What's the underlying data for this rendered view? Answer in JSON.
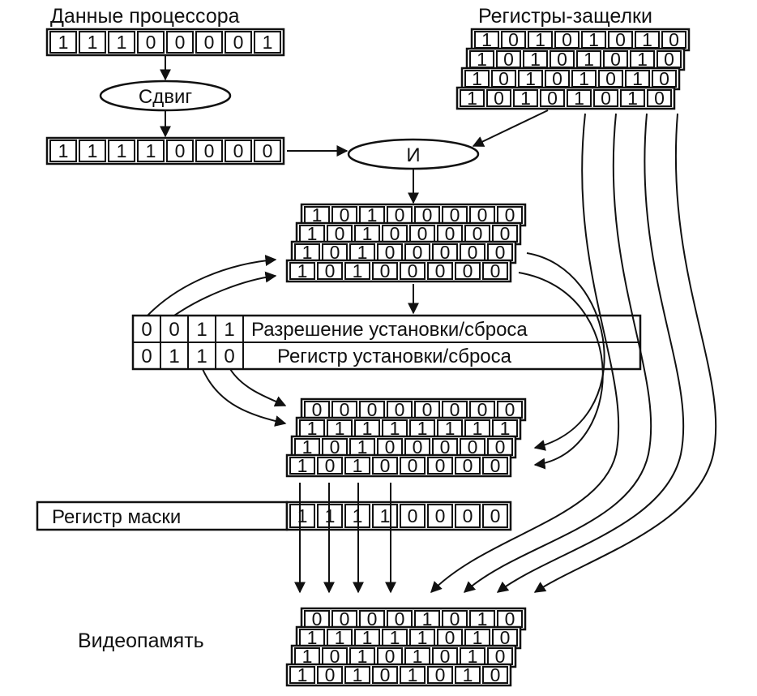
{
  "labels": {
    "cpu_data": "Данные процессора",
    "latches": "Регистры-защелки",
    "shift": "Сдвиг",
    "and": "И",
    "enable_set_reset": "Разрешение установки/сброса",
    "set_reset": "Регистр установки/сброса",
    "mask_register": "Регистр маски",
    "video_memory": "Видеопамять"
  },
  "registers": {
    "cpu_data": [
      "1",
      "1",
      "1",
      "0",
      "0",
      "0",
      "0",
      "1"
    ],
    "shifted": [
      "1",
      "1",
      "1",
      "1",
      "0",
      "0",
      "0",
      "0"
    ],
    "latches": [
      [
        "1",
        "0",
        "1",
        "0",
        "1",
        "0",
        "1",
        "0"
      ],
      [
        "1",
        "0",
        "1",
        "0",
        "1",
        "0",
        "1",
        "0"
      ],
      [
        "1",
        "0",
        "1",
        "0",
        "1",
        "0",
        "1",
        "0"
      ],
      [
        "1",
        "0",
        "1",
        "0",
        "1",
        "0",
        "1",
        "0"
      ]
    ],
    "and_result": [
      [
        "1",
        "0",
        "1",
        "0",
        "0",
        "0",
        "0",
        "0"
      ],
      [
        "1",
        "0",
        "1",
        "0",
        "0",
        "0",
        "0",
        "0"
      ],
      [
        "1",
        "0",
        "1",
        "0",
        "0",
        "0",
        "0",
        "0"
      ],
      [
        "1",
        "0",
        "1",
        "0",
        "0",
        "0",
        "0",
        "0"
      ]
    ],
    "enable_set_reset": [
      "0",
      "0",
      "1",
      "1"
    ],
    "set_reset": [
      "0",
      "1",
      "1",
      "0"
    ],
    "after_set_reset": [
      [
        "0",
        "0",
        "0",
        "0",
        "0",
        "0",
        "0",
        "0"
      ],
      [
        "1",
        "1",
        "1",
        "1",
        "1",
        "1",
        "1",
        "1"
      ],
      [
        "1",
        "0",
        "1",
        "0",
        "0",
        "0",
        "0",
        "0"
      ],
      [
        "1",
        "0",
        "1",
        "0",
        "0",
        "0",
        "0",
        "0"
      ]
    ],
    "mask": [
      "1",
      "1",
      "1",
      "1",
      "0",
      "0",
      "0",
      "0"
    ],
    "video_memory": [
      [
        "0",
        "0",
        "0",
        "0",
        "1",
        "0",
        "1",
        "0"
      ],
      [
        "1",
        "1",
        "1",
        "1",
        "1",
        "0",
        "1",
        "0"
      ],
      [
        "1",
        "0",
        "1",
        "0",
        "1",
        "0",
        "1",
        "0"
      ],
      [
        "1",
        "0",
        "1",
        "0",
        "1",
        "0",
        "1",
        "0"
      ]
    ]
  }
}
